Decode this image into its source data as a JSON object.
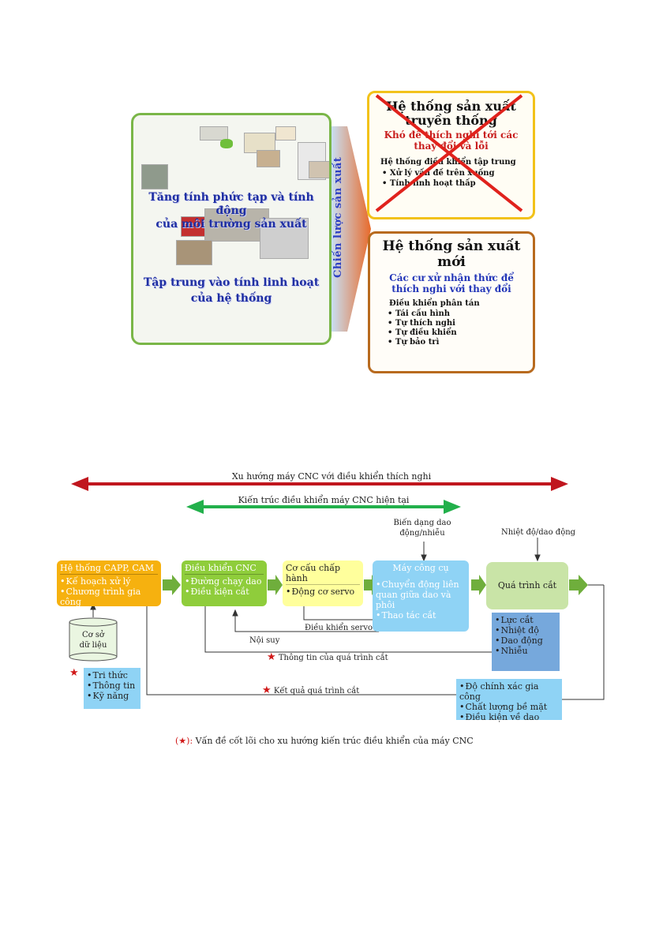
{
  "figure1": {
    "left_panel": {
      "line1": "Tăng tính phức tạp và tính động",
      "line2": "của môi trường sản xuất",
      "line3": "Tập trung vào tính linh hoạt",
      "line4": "của hệ thống"
    },
    "strategy_label": "Chiến lược sản xuất",
    "old_system": {
      "title_1": "Hệ thống sản xuất",
      "title_2": "truyền thống",
      "red_1": "Khó để thích nghi tới các",
      "red_2": "thay đổi và lỗi",
      "subtitle": "Hệ thống điều khiển tập trung",
      "items": [
        "Xử lý vấn đề trên xuống",
        "Tính linh hoạt thấp"
      ]
    },
    "new_system": {
      "title_1": "Hệ thống sản xuất",
      "title_2": "mới",
      "blue_1": "Các cư xử nhận thức để",
      "blue_2": "thích nghi với thay đổi",
      "subtitle": "Điều khiển phân tán",
      "items": [
        "Tái cấu hình",
        "Tự thích nghi",
        "Tự điều khiển",
        "Tự bảo trì"
      ]
    }
  },
  "figure2": {
    "red_arrow_label": "Xu hướng máy CNC với điều khiển thích nghi",
    "green_arrow_label": "Kiến trúc điều khiển máy CNC hiện tại",
    "cam_box": {
      "title": "Hệ thống CAPP, CAM",
      "items": [
        "Kế hoạch xử lý",
        "Chương trình gia công"
      ]
    },
    "cnc_box": {
      "title": "Điều khiển CNC",
      "items": [
        "Đường chạy dao",
        "Điều kiện cắt"
      ]
    },
    "actuator_box": {
      "title": "Cơ cấu chấp hành",
      "items": [
        "Động cơ servo"
      ]
    },
    "machine_box": {
      "title": "Máy công cụ",
      "items": [
        "Chuyển động liên quan giữa dao và phôi",
        "Thao tác cắt"
      ]
    },
    "process_box": {
      "title": "Quá trình cắt"
    },
    "database": {
      "line1": "Cơ sở",
      "line2": "dữ liệu"
    },
    "knowledge_box": {
      "items": [
        "Tri thức",
        "Thông tin",
        "Kỹ năng"
      ]
    },
    "signals_box": {
      "items": [
        "Lực cắt",
        "Nhiệt độ",
        "Dao động",
        "Nhiễu"
      ]
    },
    "results_box": {
      "items": [
        "Độ chính xác gia công",
        "Chất lượng bề mặt",
        "Điều kiện về dao"
      ]
    },
    "tool_wear_label_1": "Biến dạng dao",
    "tool_wear_label_2": "động/nhiễu",
    "heat_label": "Nhiệt độ/dao động",
    "servo_control_label": "Điều khiển servo",
    "interpolation_label": "Nội suy",
    "process_info_label": "Thông tin của quá trình cắt",
    "process_result_label": "Kết quả quá trình cắt",
    "note_marker": "(★):",
    "note_text": "Vấn đề cốt lõi cho xu hướng kiến trúc điều khiển của máy CNC"
  },
  "colors": {
    "red_arrow": "#c0161e",
    "green_arrow": "#22b04b",
    "cam_box": "#f6b10f",
    "cnc_box": "#8fcd3b",
    "actuator_box": "#ffff9c",
    "machine_box": "#8fd3f5",
    "process_box": "#c9e4a7",
    "signals_box": "#76a8dc",
    "info_box": "#8fd3f5"
  }
}
